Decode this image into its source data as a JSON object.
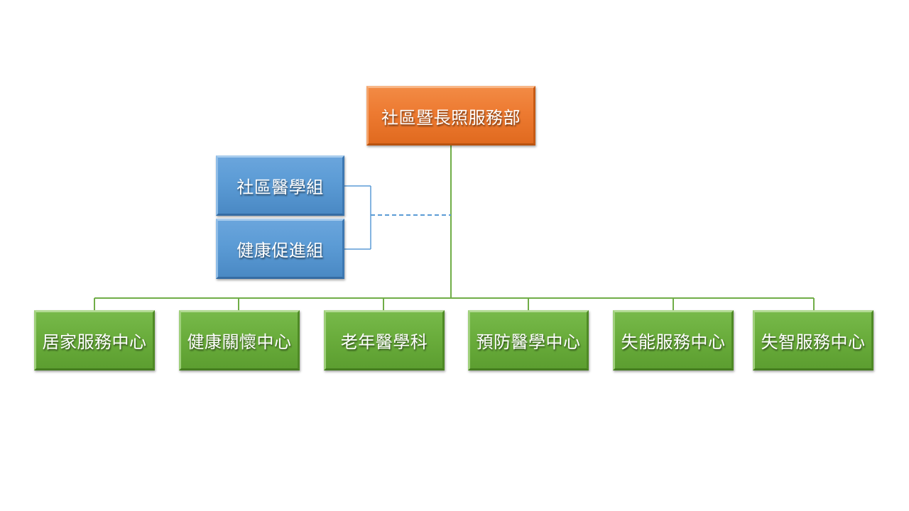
{
  "diagram": {
    "top": {
      "label": "社區暨長照服務部"
    },
    "staff": [
      {
        "label": "社區醫學組"
      },
      {
        "label": "健康促進組"
      }
    ],
    "units": [
      {
        "label": "居家服務中心"
      },
      {
        "label": "健康關懷中心"
      },
      {
        "label": "老年醫學科"
      },
      {
        "label": "預防醫學中心"
      },
      {
        "label": "失能服務中心"
      },
      {
        "label": "失智服務中心"
      }
    ],
    "colors": {
      "top": "#ED7D31",
      "staff": "#5B9BD5",
      "units": "#70AD47",
      "connector_green": "#70AD47",
      "connector_blue": "#5B9BD5"
    }
  }
}
